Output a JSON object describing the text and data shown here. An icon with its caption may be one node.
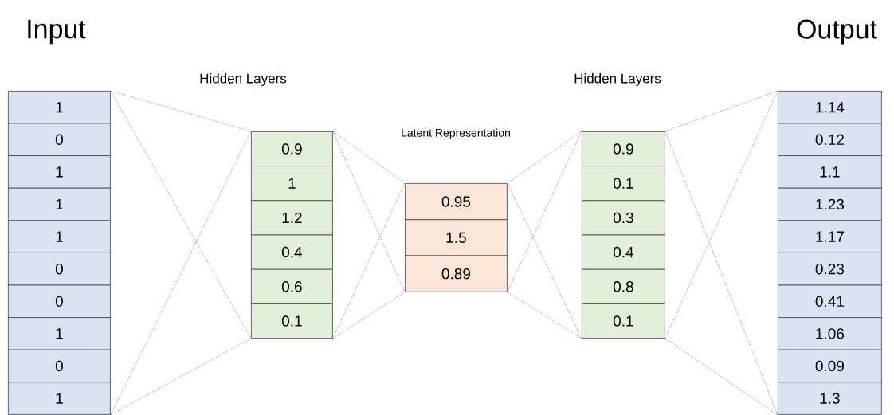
{
  "diagram": {
    "nodes": [
      {
        "text": [
          "1"
        ]
      },
      {
        "text": [
          "0"
        ]
      },
      {
        "text": [
          "1"
        ]
      },
      {
        "text": [
          "1"
        ]
      },
      {
        "text": [
          "1"
        ]
      },
      {
        "text": [
          "0"
        ]
      },
      {
        "text": [
          "0"
        ]
      },
      {
        "text": [
          "1"
        ]
      },
      {
        "text": [
          "0"
        ]
      },
      {
        "text": [
          "1"
        ]
      },
      {
        "text": [
          "0.9"
        ]
      },
      {
        "text": [
          "1"
        ]
      },
      {
        "text": [
          "1.2"
        ]
      },
      {
        "text": [
          "0.4"
        ]
      },
      {
        "text": [
          "0.6"
        ]
      },
      {
        "text": [
          "0.1"
        ]
      },
      {
        "text": [
          "0.95"
        ]
      },
      {
        "text": [
          "1.5"
        ]
      },
      {
        "text": [
          "0.89"
        ]
      },
      {
        "text": [
          "0.9"
        ]
      },
      {
        "text": [
          "0.1"
        ]
      },
      {
        "text": [
          "0.3"
        ]
      },
      {
        "text": [
          "0.4"
        ]
      },
      {
        "text": [
          "0.8"
        ]
      },
      {
        "text": [
          "0.1"
        ]
      },
      {
        "text": [
          "1.14"
        ]
      },
      {
        "text": [
          "0.12"
        ]
      },
      {
        "text": [
          "1.1"
        ]
      },
      {
        "text": [
          "1.23"
        ]
      },
      {
        "text": [
          "1.17"
        ]
      },
      {
        "text": [
          "0.23"
        ]
      },
      {
        "text": [
          "0.41"
        ]
      },
      {
        "text": [
          "1.06"
        ]
      },
      {
        "text": [
          "0.09"
        ]
      },
      {
        "text": [
          "1.3"
        ]
      }
    ],
    "edges": [
      {
        "from": 0,
        "to": 10,
        "arrow": "none",
        "style": "dashed"
      },
      {
        "from": 0,
        "to": 15,
        "arrow": "none",
        "style": "dashed"
      },
      {
        "from": 9,
        "to": 10,
        "arrow": "none",
        "style": "dashed"
      },
      {
        "from": 9,
        "to": 15,
        "arrow": "none",
        "style": "dashed"
      },
      {
        "from": 10,
        "to": 16,
        "arrow": "none",
        "style": "dashed"
      },
      {
        "from": 10,
        "to": 18,
        "arrow": "none",
        "style": "dashed"
      },
      {
        "from": 15,
        "to": 16,
        "arrow": "none",
        "style": "dashed"
      },
      {
        "from": 15,
        "to": 18,
        "arrow": "none",
        "style": "dashed"
      },
      {
        "from": 16,
        "to": 19,
        "arrow": "none",
        "style": "dashed"
      },
      {
        "from": 16,
        "to": 24,
        "arrow": "none",
        "style": "dashed"
      },
      {
        "from": 18,
        "to": 19,
        "arrow": "none",
        "style": "dashed"
      },
      {
        "from": 18,
        "to": 24,
        "arrow": "none",
        "style": "dashed"
      },
      {
        "from": 19,
        "to": 25,
        "arrow": "none",
        "style": "dashed"
      },
      {
        "from": 19,
        "to": 34,
        "arrow": "none",
        "style": "dashed"
      },
      {
        "from": 24,
        "to": 25,
        "arrow": "none",
        "style": "dashed"
      },
      {
        "from": 24,
        "to": 34,
        "arrow": "none",
        "style": "dashed"
      }
    ],
    "labels": [
      "Input",
      "Output",
      "Hidden Layers",
      "Latent Representation",
      "Hidden Layers"
    ]
  }
}
